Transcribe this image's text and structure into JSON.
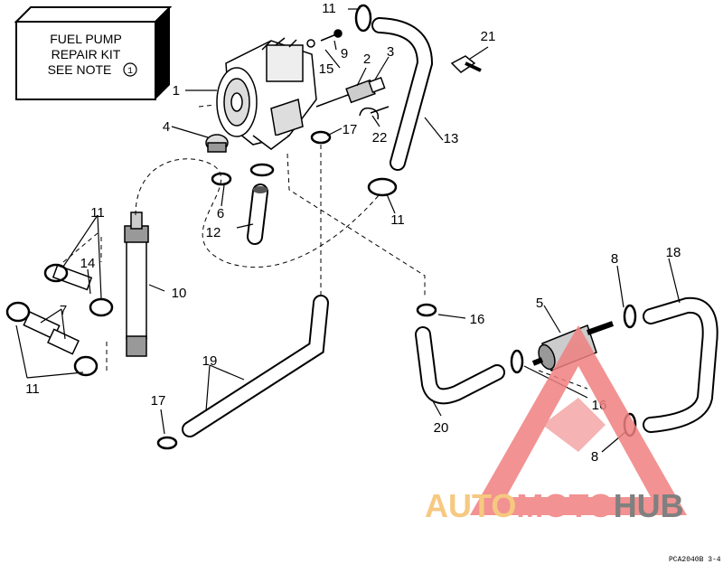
{
  "kit_note": {
    "line1": "FUEL PUMP",
    "line2": "REPAIR KIT",
    "line3": "SEE NOTE",
    "note_symbol": "1"
  },
  "callouts": [
    "1",
    "2",
    "3",
    "4",
    "5",
    "6",
    "7",
    "8",
    "8",
    "9",
    "10",
    "11",
    "11",
    "11",
    "11",
    "12",
    "13",
    "14",
    "15",
    "16",
    "16",
    "17",
    "17",
    "18",
    "19",
    "20",
    "21",
    "22"
  ],
  "watermark": {
    "part1": "AUTO",
    "part2": "MOTO",
    "part3": "HUB",
    "colors": {
      "auto": "#f5c06a",
      "moto": "#f08080",
      "hub": "#6b6b6b",
      "triangle": "#f08080"
    }
  },
  "reference_code": "PCA2040B  3-4",
  "colors": {
    "line": "#000000",
    "background": "#ffffff"
  }
}
